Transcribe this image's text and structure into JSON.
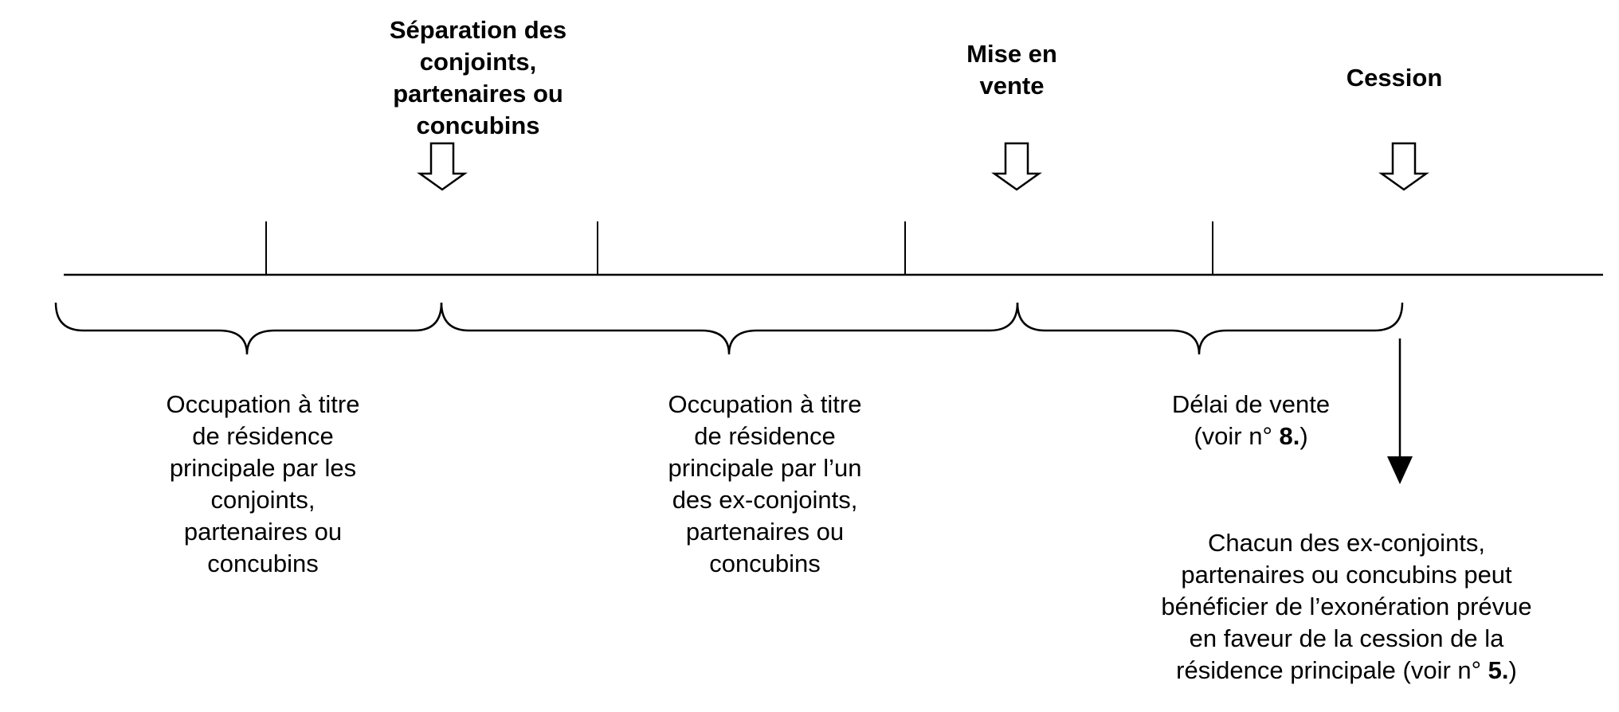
{
  "events": {
    "separation": {
      "lines": [
        "Séparation des",
        "conjoints,",
        "partenaires ou",
        "concubins"
      ]
    },
    "mise_en_vente": {
      "lines": [
        "Mise en",
        "vente"
      ]
    },
    "cession": {
      "lines": [
        "Cession"
      ]
    }
  },
  "periods": {
    "occupation_commune": {
      "lines": [
        "Occupation à titre",
        "de résidence",
        "principale par les",
        "conjoints,",
        "partenaires ou",
        "concubins"
      ]
    },
    "occupation_ex": {
      "lines": [
        "Occupation à titre",
        "de résidence",
        "principale par l’un",
        "des ex-conjoints,",
        "partenaires ou",
        "concubins"
      ]
    },
    "delai_vente": {
      "line1": "Délai de vente",
      "ref_open": "(voir n° ",
      "ref_num": "8.",
      "ref_close": ")"
    }
  },
  "result": {
    "lines": [
      "Chacun des ex-conjoints,",
      "partenaires ou concubins peut",
      "bénéficier de l’exonération prévue",
      "en faveur de la cession de la"
    ],
    "last_line_prefix": "résidence principale (voir n° ",
    "last_line_num": "5.",
    "last_line_close": ")"
  }
}
